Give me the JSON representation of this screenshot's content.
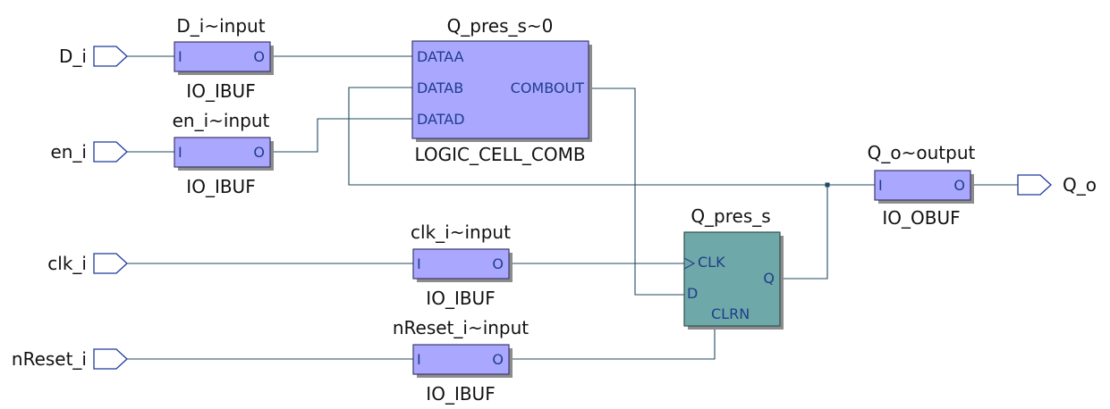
{
  "diagram": {
    "pins": {
      "d_i": "D_i",
      "en_i": "en_i",
      "clk_i": "clk_i",
      "nreset_i": "nReset_i",
      "q_o": "Q_o"
    },
    "buffers": {
      "d_i_input": {
        "name": "D_i~input",
        "type": "IO_IBUF",
        "in": "I",
        "out": "O"
      },
      "en_i_input": {
        "name": "en_i~input",
        "type": "IO_IBUF",
        "in": "I",
        "out": "O"
      },
      "clk_i_input": {
        "name": "clk_i~input",
        "type": "IO_IBUF",
        "in": "I",
        "out": "O"
      },
      "nreset_i_input": {
        "name": "nReset_i~input",
        "type": "IO_IBUF",
        "in": "I",
        "out": "O"
      },
      "q_o_output": {
        "name": "Q_o~output",
        "type": "IO_OBUF",
        "in": "I",
        "out": "O"
      }
    },
    "logic_cell": {
      "name": "Q_pres_s~0",
      "type": "LOGIC_CELL_COMB",
      "dataa": "DATAA",
      "datab": "DATAB",
      "datad": "DATAD",
      "combout": "COMBOUT"
    },
    "register": {
      "name": "Q_pres_s",
      "clk": "CLK",
      "d": "D",
      "clrn": "CLRN",
      "q": "Q"
    },
    "colors": {
      "buffer_fill": "#aaa7ff",
      "register_fill": "#6fa8a8",
      "wire": "#1f4a63",
      "pin_stroke": "#1f3a9a"
    }
  }
}
